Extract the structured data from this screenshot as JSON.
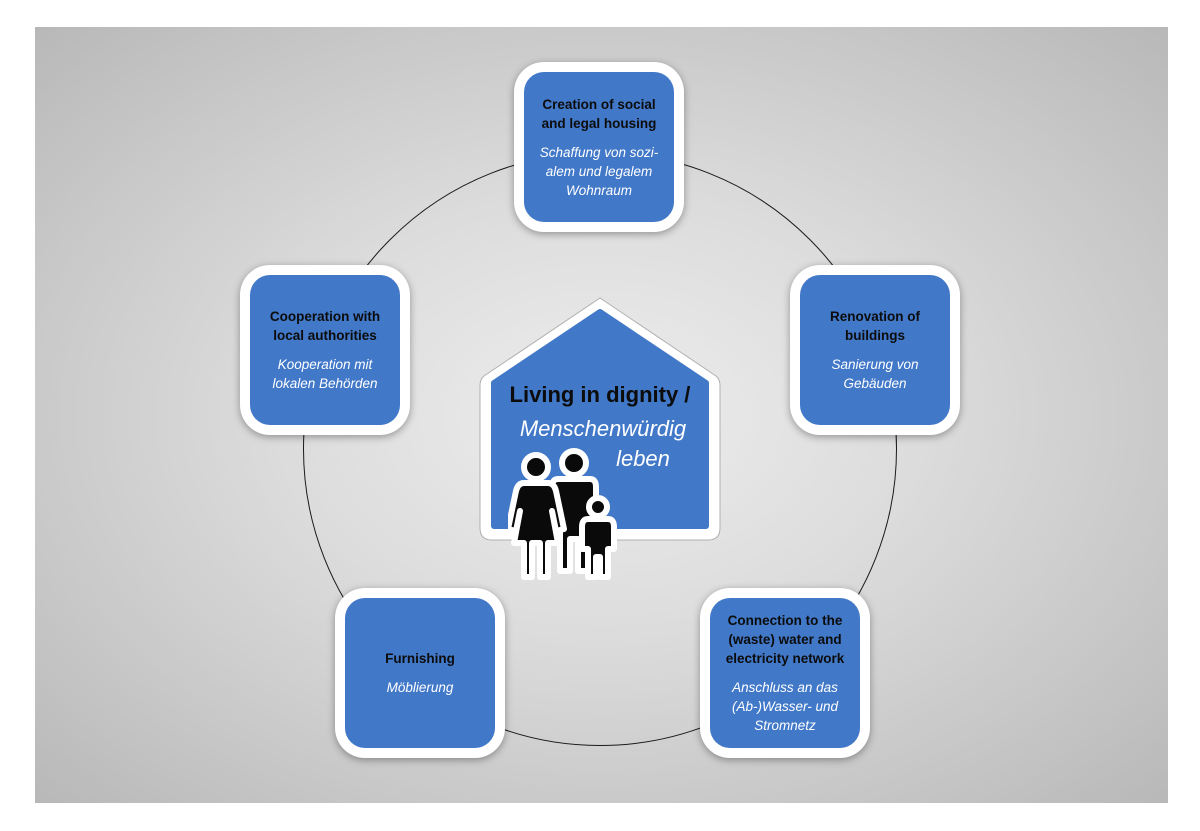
{
  "center": {
    "title_en": "Living in dignity /",
    "title_de_line1": "Menschenwürdig",
    "title_de_line2": "leben",
    "icon": "family-icon"
  },
  "nodes": [
    {
      "id": "housing",
      "en": "Creation of social and legal housing",
      "de": "Schaffung von sozi- alem und legalem Wohnraum"
    },
    {
      "id": "renovation",
      "en": "Renovation of buildings",
      "de": "Sanierung von Gebäuden"
    },
    {
      "id": "connection",
      "en": "Connection to the (waste) water and electricity network",
      "de": "Anschluss an das (Ab-)Wasser- und Stromnetz"
    },
    {
      "id": "furnishing",
      "en": "Furnishing",
      "de": "Möblierung"
    },
    {
      "id": "cooperation",
      "en": "Cooperation with local authorities",
      "de": "Kooperation mit lokalen Behörden"
    }
  ],
  "colors": {
    "node_fill": "#4178c8",
    "node_border": "#ffffff",
    "ring": "#1a1a1a",
    "background": "#d9d9d9"
  }
}
